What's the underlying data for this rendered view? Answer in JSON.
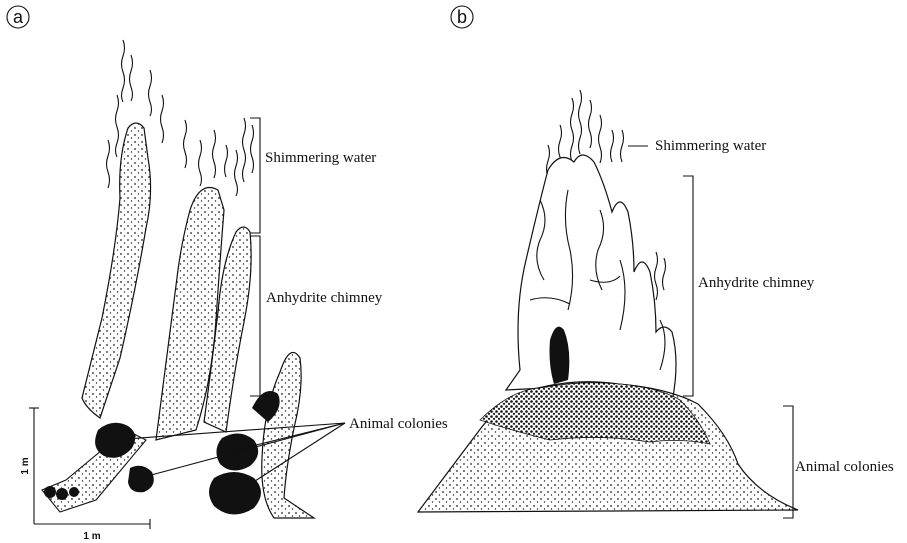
{
  "panels": [
    {
      "letter": "a",
      "labels": {
        "shimmering_water": "Shimmering water",
        "anhydrite_chimney": "Anhydrite chimney",
        "animal_colonies": "Animal colonies"
      },
      "scale_bar": {
        "vertical": "1 m",
        "horizontal": "1 m"
      }
    },
    {
      "letter": "b",
      "labels": {
        "shimmering_water": "Shimmering water",
        "anhydrite_chimney": "Anhydrite chimney",
        "animal_colonies": "Animal colonies"
      }
    }
  ]
}
